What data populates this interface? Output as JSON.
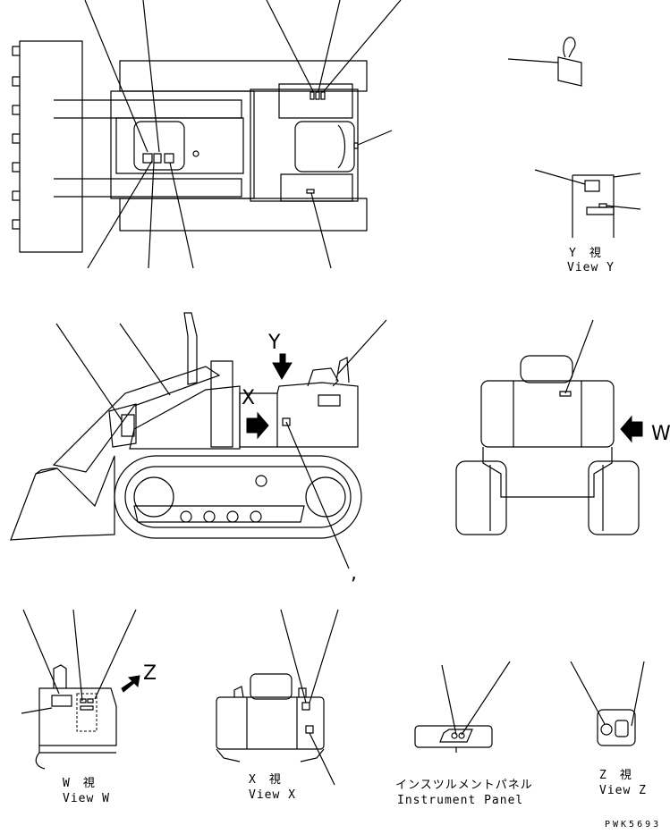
{
  "letters": {
    "y": "Y",
    "x": "X",
    "w": "W",
    "z": "Z"
  },
  "captions": {
    "view_y_jp": "Y　視",
    "view_y_en": "View Y",
    "view_w_jp": "W　視",
    "view_w_en": "View W",
    "view_x_jp": "X　視",
    "view_x_en": "View X",
    "panel_jp": "インスツルメントパネル",
    "panel_en": "Instrument Panel",
    "view_z_jp": "Z　視",
    "view_z_en": "View Z"
  },
  "stray_mark": ",",
  "drawing_code": "PWK5693"
}
